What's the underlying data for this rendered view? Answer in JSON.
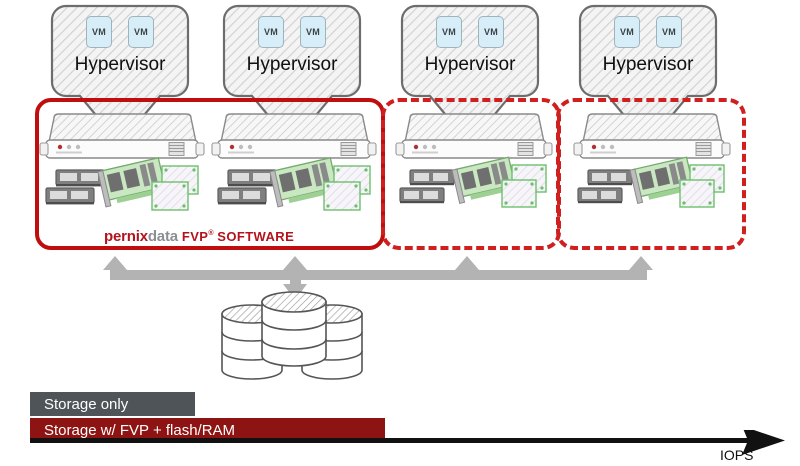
{
  "diagram": {
    "title": "PernixData FVP acceleration tier diagram",
    "hypervisors": [
      {
        "label": "Hypervisor",
        "vms": [
          "VM",
          "VM"
        ]
      },
      {
        "label": "Hypervisor",
        "vms": [
          "VM",
          "VM"
        ]
      },
      {
        "label": "Hypervisor",
        "vms": [
          "VM",
          "VM"
        ]
      },
      {
        "label": "Hypervisor",
        "vms": [
          "VM",
          "VM"
        ]
      }
    ],
    "logo": {
      "part1": "perni",
      "part2": "x",
      "part3": "data",
      "product": "FVP",
      "trademark": "®",
      "suffix": "SOFTWARE"
    },
    "storage_name": "shared-storage-array",
    "colors": {
      "red_solid": "#c00d0d",
      "red_dashed": "#cf1f1f",
      "bar_gray": "#4e5457",
      "bar_red": "#8e1313",
      "bus_gray": "#b3b3b3",
      "vm_fill": "#d7eef8",
      "flash_green": "#66b566"
    }
  },
  "chart_data": {
    "type": "bar",
    "title": "",
    "xlabel": "IOPS",
    "ylabel": "",
    "orientation": "horizontal",
    "grid": false,
    "legend": "none",
    "axis_arrow": true,
    "categories": [
      "Storage only",
      "Storage w/ FVP + flash/RAM"
    ],
    "values": [
      165,
      355
    ],
    "xlim": [
      0,
      745
    ],
    "bars": [
      {
        "label": "Storage only",
        "value": 165,
        "color": "#4e5457"
      },
      {
        "label": "Storage w/ FVP + flash/RAM",
        "value": 355,
        "color": "#8e1313"
      }
    ]
  }
}
